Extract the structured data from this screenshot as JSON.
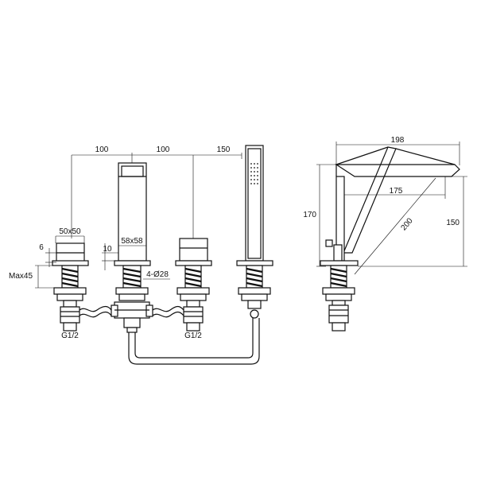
{
  "dimensions": {
    "spacing_left": "100",
    "spacing_middle": "100",
    "spacing_right": "150",
    "handle_size": "50x50",
    "spout_size": "58x58",
    "handle_gap": "6",
    "spout_gap": "10",
    "deck_thickness": "Max45",
    "hole_diameter": "4-Ø28",
    "thread_left": "G1/2",
    "thread_right": "G1/2",
    "spout_reach": "198",
    "spout_inner_reach": "175",
    "spout_diagonal": "200",
    "spout_height": "170",
    "outlet_height": "150"
  },
  "colors": {
    "line": "#111111",
    "background": "#ffffff"
  }
}
